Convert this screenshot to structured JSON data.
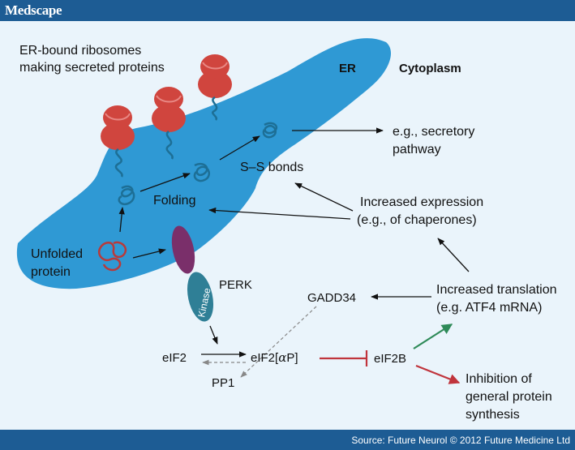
{
  "header": {
    "brand": "Medscape"
  },
  "footer": {
    "source": "Source: Future Neurol © 2012 Future Medicine Ltd"
  },
  "labels": {
    "ribosomes_line1": "ER-bound ribosomes",
    "ribosomes_line2": "making secreted proteins",
    "er": "ER",
    "cytoplasm": "Cytoplasm",
    "secretory_line1": "e.g., secretory",
    "secretory_line2": "pathway",
    "ss_bonds": "S–S bonds",
    "folding": "Folding",
    "expression_line1": "Increased expression",
    "expression_line2": "(e.g., of chaperones)",
    "unfolded_line1": "Unfolded",
    "unfolded_line2": "protein",
    "perk": "PERK",
    "kinase": "Kinase",
    "gadd34": "GADD34",
    "translation_line1": "Increased translation",
    "translation_line2": "(e.g. ATF4 mRNA)",
    "eif2": "eIF2",
    "eif2p_prefix": "eIF2[",
    "eif2p_alpha": "α",
    "eif2p_suffix": "P]",
    "pp1": "PP1",
    "eif2b": "eIF2B",
    "inhibition_line1": "Inhibition of",
    "inhibition_line2": "general protein",
    "inhibition_line3": "synthesis"
  },
  "colors": {
    "er_fill": "#2f99d4",
    "background": "#eaf4fb",
    "bar": "#1d5c94",
    "ribosome": "#d0453e",
    "protein_chain": "#1d6f96",
    "unfolded_protein": "#b83a3a",
    "perk_body": "#7a2f6a",
    "kinase_body": "#2f7f96",
    "inhibit_line": "#c0343c",
    "up_arrow": "#2e8a58",
    "down_arrow": "#c0343c",
    "dashed_arrow": "#888888"
  }
}
